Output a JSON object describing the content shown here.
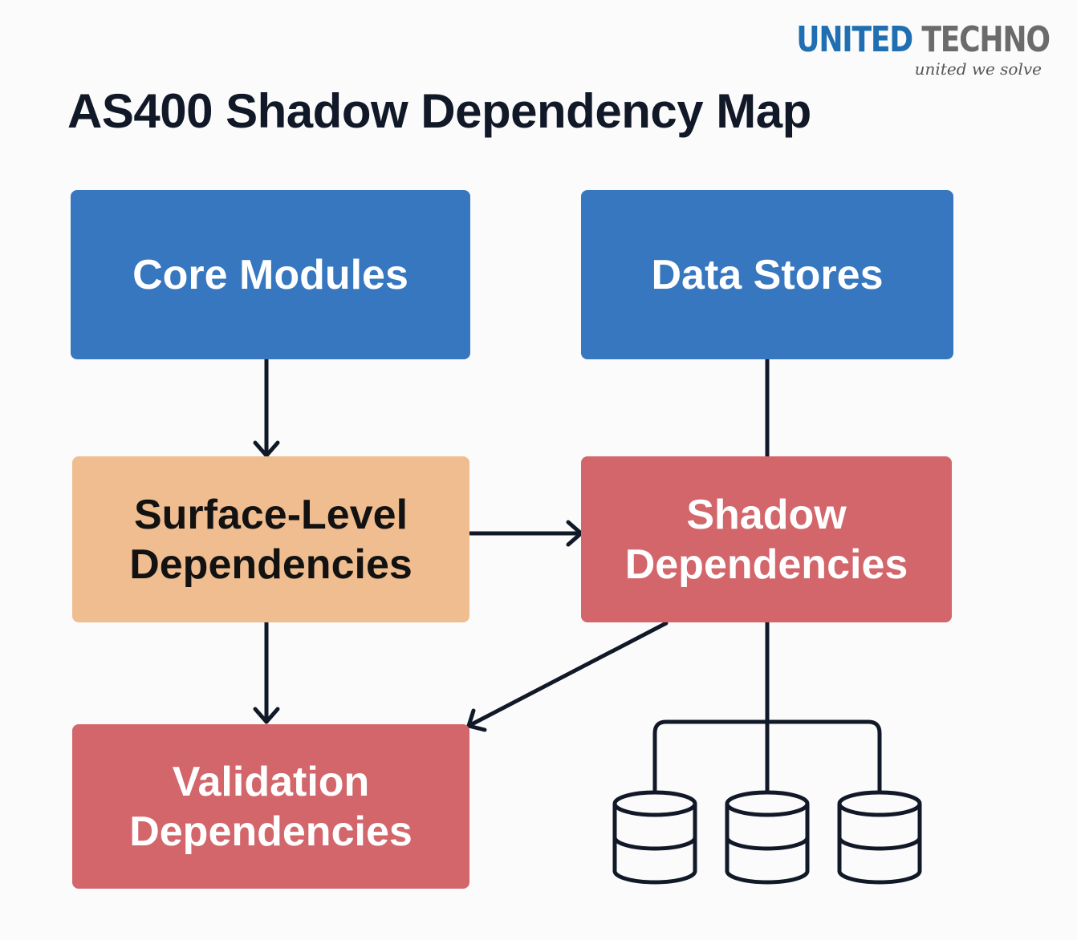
{
  "logo": {
    "brand_part1": "UNITED",
    "brand_part2": "TECHNO",
    "tagline": "united we solve"
  },
  "title": "AS400 Shadow Dependency Map",
  "nodes": {
    "core_modules": "Core Modules",
    "data_stores": "Data Stores",
    "surface_level": "Surface-Level Dependencies",
    "shadow": "Shadow Dependencies",
    "validation": "Validation Dependencies"
  },
  "colors": {
    "blue": "#3677bf",
    "orange": "#efbd8f",
    "red": "#d2666a",
    "line": "#111827",
    "brand_blue": "#1f6fb2",
    "brand_gray": "#6b6b6b"
  },
  "icons": [
    "database-icon",
    "database-icon",
    "database-icon"
  ]
}
